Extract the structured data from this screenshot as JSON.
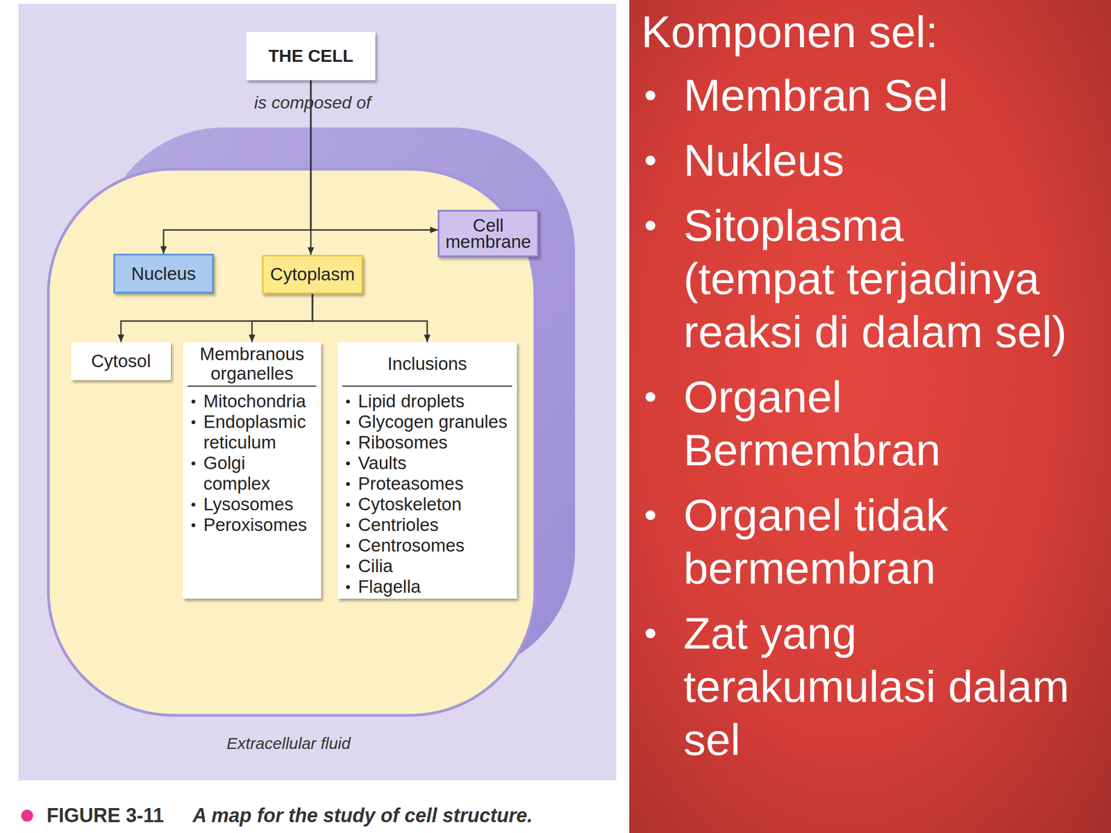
{
  "diagram": {
    "caption": "A map for the study of cell structure.",
    "nodes": [
      {
        "text": [
          "THE CELL"
        ]
      },
      {
        "text": [
          "Cell membrane"
        ]
      },
      {
        "text": [
          "Nucleus"
        ]
      },
      {
        "text": [
          "Cytoplasm"
        ]
      },
      {
        "text": [
          "Cytosol"
        ]
      },
      {
        "text": [
          "Membranous organelles",
          "Mitochondria",
          "Endoplasmic reticulum",
          "Golgi complex",
          "Lysosomes",
          "Peroxisomes"
        ]
      },
      {
        "text": [
          "Inclusions",
          "Lipid droplets",
          "Glycogen granules",
          "Ribosomes",
          "Vaults",
          "Proteasomes",
          "Cytoskeleton",
          "Centrioles",
          "Centrosomes",
          "Cilia",
          "Flagella"
        ]
      },
      {
        "text": [
          "Komponen sel:",
          "Membran Sel",
          "Nukleus",
          "Sitoplasma",
          "(tempat terjadinya reaksi di dalam sel)",
          "Organel Bermembran",
          "Organel tidak bermembran",
          "Zat yang terakumulasi dalam sel"
        ]
      }
    ],
    "edges": [
      {
        "from": 0,
        "to": 2,
        "arrow": "to"
      },
      {
        "from": 0,
        "to": 3,
        "label": "is composed of",
        "arrow": "to"
      },
      {
        "from": 0,
        "to": 1,
        "arrow": "to"
      },
      {
        "from": 3,
        "to": 4,
        "arrow": "to"
      },
      {
        "from": 3,
        "to": 5,
        "arrow": "to"
      },
      {
        "from": 3,
        "to": 6,
        "arrow": "to"
      }
    ],
    "labels": [
      "Extracellular fluid",
      "FIGURE 3-11"
    ]
  }
}
